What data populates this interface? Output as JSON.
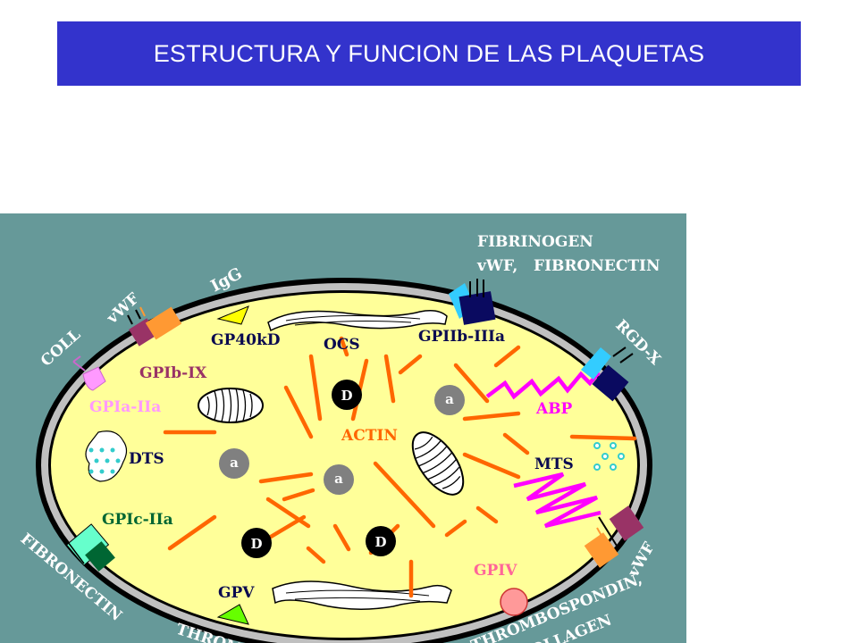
{
  "title": "ESTRUCTURA Y FUNCION DE LAS PLAQUETAS",
  "labels": {
    "igg": "IgG",
    "vwf_top": "vWF",
    "coll": "COLL",
    "gp40kd": "GP40kD",
    "ocs": "OCS",
    "gpib_ix": "GPIb-IX",
    "gpia_iia": "GPIa-IIa",
    "dts": "DTS",
    "actin": "ACTIN",
    "gpiib_iiia": "GPIIb-IIIa",
    "fibrinogen_1": "FIBRINOGEN",
    "fibrinogen_2": "vWF,   FIBRONECTIN",
    "rgdx": "RGD-X",
    "abp": "ABP",
    "mts": "MTS",
    "gpic_iia": "GPIc-IIa",
    "fibronectin_left": "FIBRONECTIN",
    "gpv": "GPV",
    "thrombin_partial": "THROM",
    "gpiv": "GPIV",
    "thrombospondin_1": "THROMBOSPONDIN,",
    "thrombospondin_2": "COLLAGEN",
    "vwf_right": "vWF",
    "granule_d": "D",
    "granule_a": "a"
  },
  "colors": {
    "title_bg": "#3333cc",
    "panel_bg": "#669999",
    "cytoplasm": "#ffff99",
    "membrane": "#c0c0c0",
    "actin": "#ff6600",
    "abp": "#ff00ff",
    "dark_label": "#0a0a50",
    "pink_label": "#ff6699"
  }
}
